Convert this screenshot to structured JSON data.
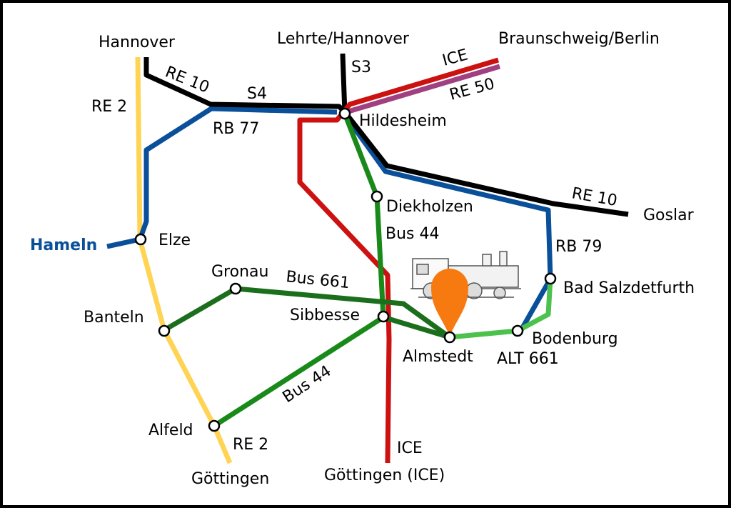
{
  "cities": {
    "hannover": "Hannover",
    "lehrte_hannover": "Lehrte/Hannover",
    "braunschweig_berlin": "Braunschweig/Berlin",
    "hildesheim": "Hildesheim",
    "goslar": "Goslar",
    "hameln": "Hameln",
    "elze": "Elze",
    "diekholzen": "Diekholzen",
    "gronau": "Gronau",
    "banteln": "Banteln",
    "sibbesse": "Sibbesse",
    "almstedt": "Almstedt",
    "bodenburg": "Bodenburg",
    "bad_salzdetfurth": "Bad Salzdetfurth",
    "alfeld": "Alfeld",
    "goettingen": "Göttingen",
    "goettingen_ice": "Göttingen (ICE)"
  },
  "routes": {
    "re10": "RE 10",
    "s4": "S4",
    "s3": "S3",
    "ice": "ICE",
    "re50": "RE 50",
    "rb77": "RB 77",
    "rb79": "RB 79",
    "re2": "RE 2",
    "bus44": "Bus 44",
    "bus661": "Bus 661",
    "alt661": "ALT 661"
  },
  "colors": {
    "black": "#000000",
    "yellow": "#FFD454",
    "blue": "#0A4F99",
    "red": "#CC1111",
    "purple": "#A04080",
    "green": "#198A1A",
    "darkgreen": "#1B6E1B",
    "lightgreen": "#4CC24C",
    "orange": "#F77A10"
  },
  "icons": [
    "steam-locomotive-icon",
    "location-pin-icon"
  ]
}
